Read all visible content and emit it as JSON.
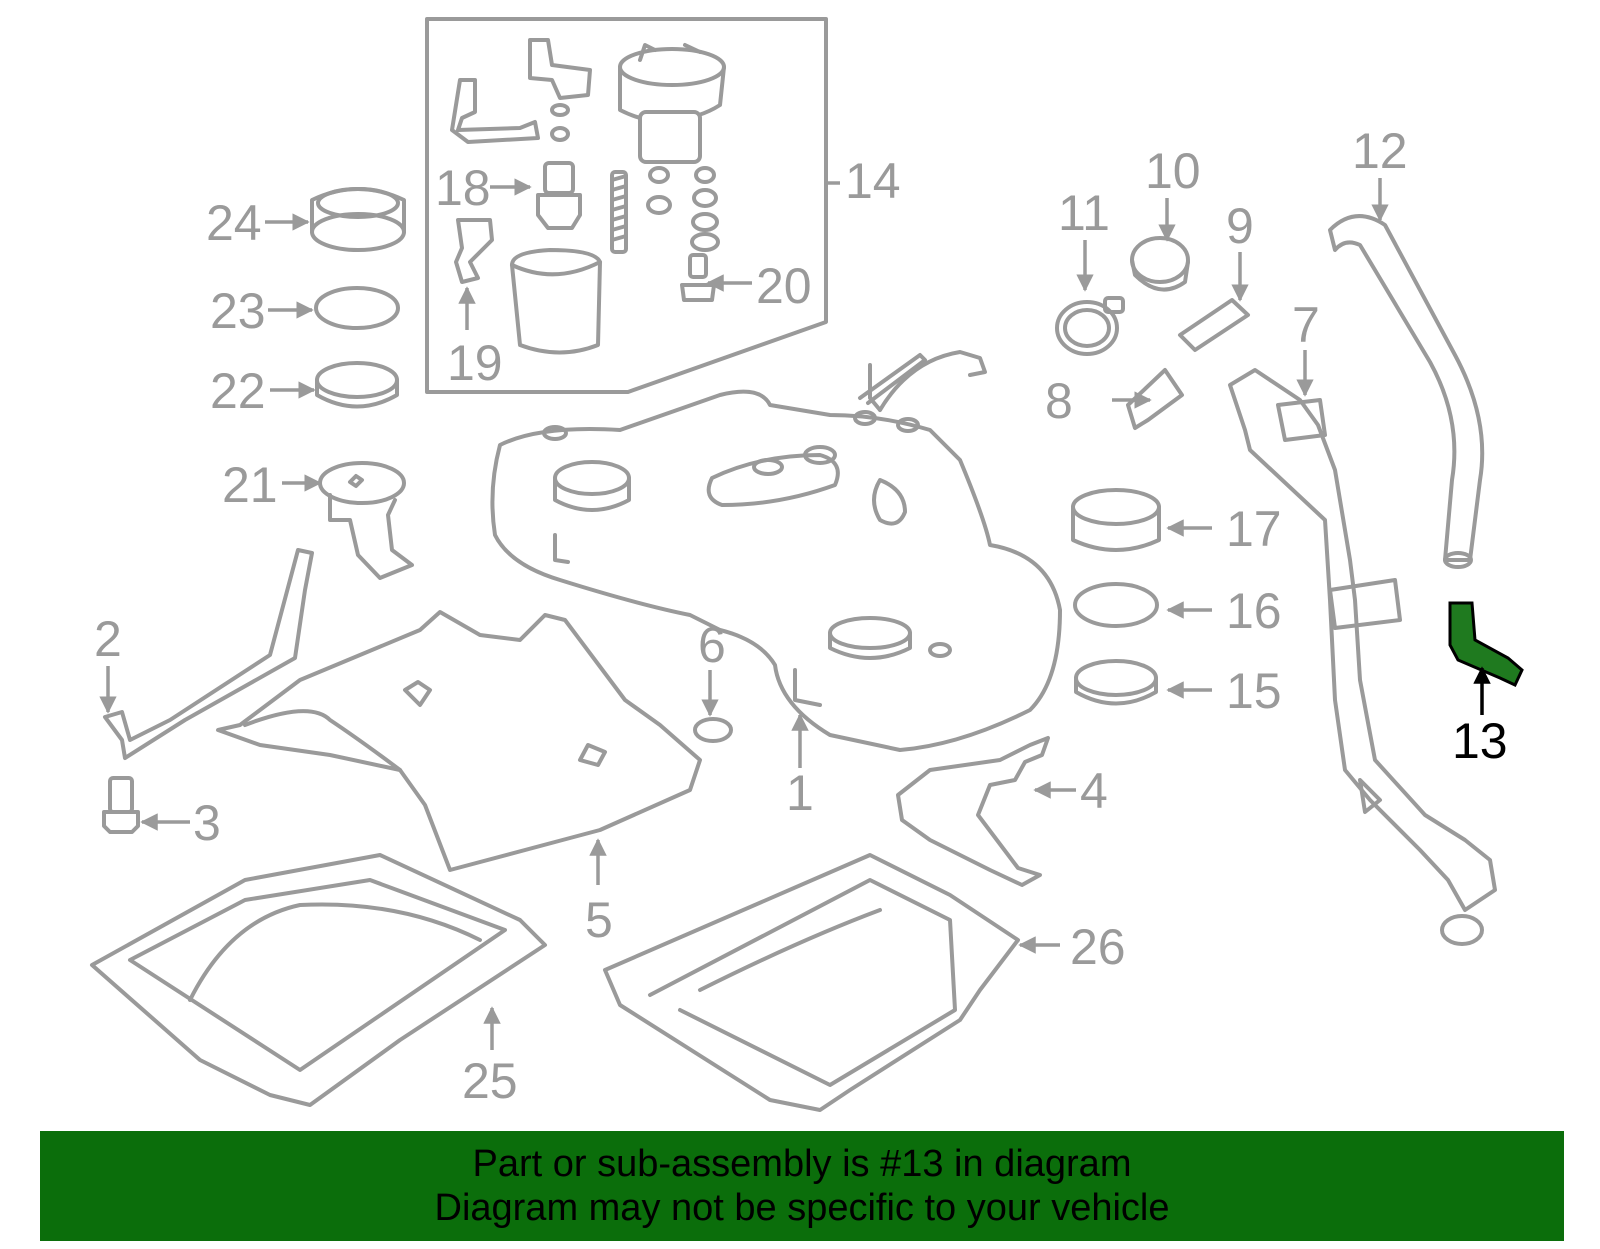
{
  "colors": {
    "line_art": "#9a9a9a",
    "highlight_part": "#1f7a1f",
    "banner_background": "#0b6e0b",
    "banner_text": "#000000"
  },
  "callouts": {
    "c1": "1",
    "c2": "2",
    "c3": "3",
    "c4": "4",
    "c5": "5",
    "c6": "6",
    "c7": "7",
    "c8": "8",
    "c9": "9",
    "c10": "10",
    "c11": "11",
    "c12": "12",
    "c13": "13",
    "c14": "14",
    "c15": "15",
    "c16": "16",
    "c17": "17",
    "c18": "18",
    "c19": "19",
    "c20": "20",
    "c21": "21",
    "c22": "22",
    "c23": "23",
    "c24": "24",
    "c25": "25",
    "c26": "26"
  },
  "highlighted_part": "13",
  "banner": {
    "line1": "Part or sub-assembly is #13 in diagram",
    "line2": "Diagram may not be specific to your vehicle"
  }
}
